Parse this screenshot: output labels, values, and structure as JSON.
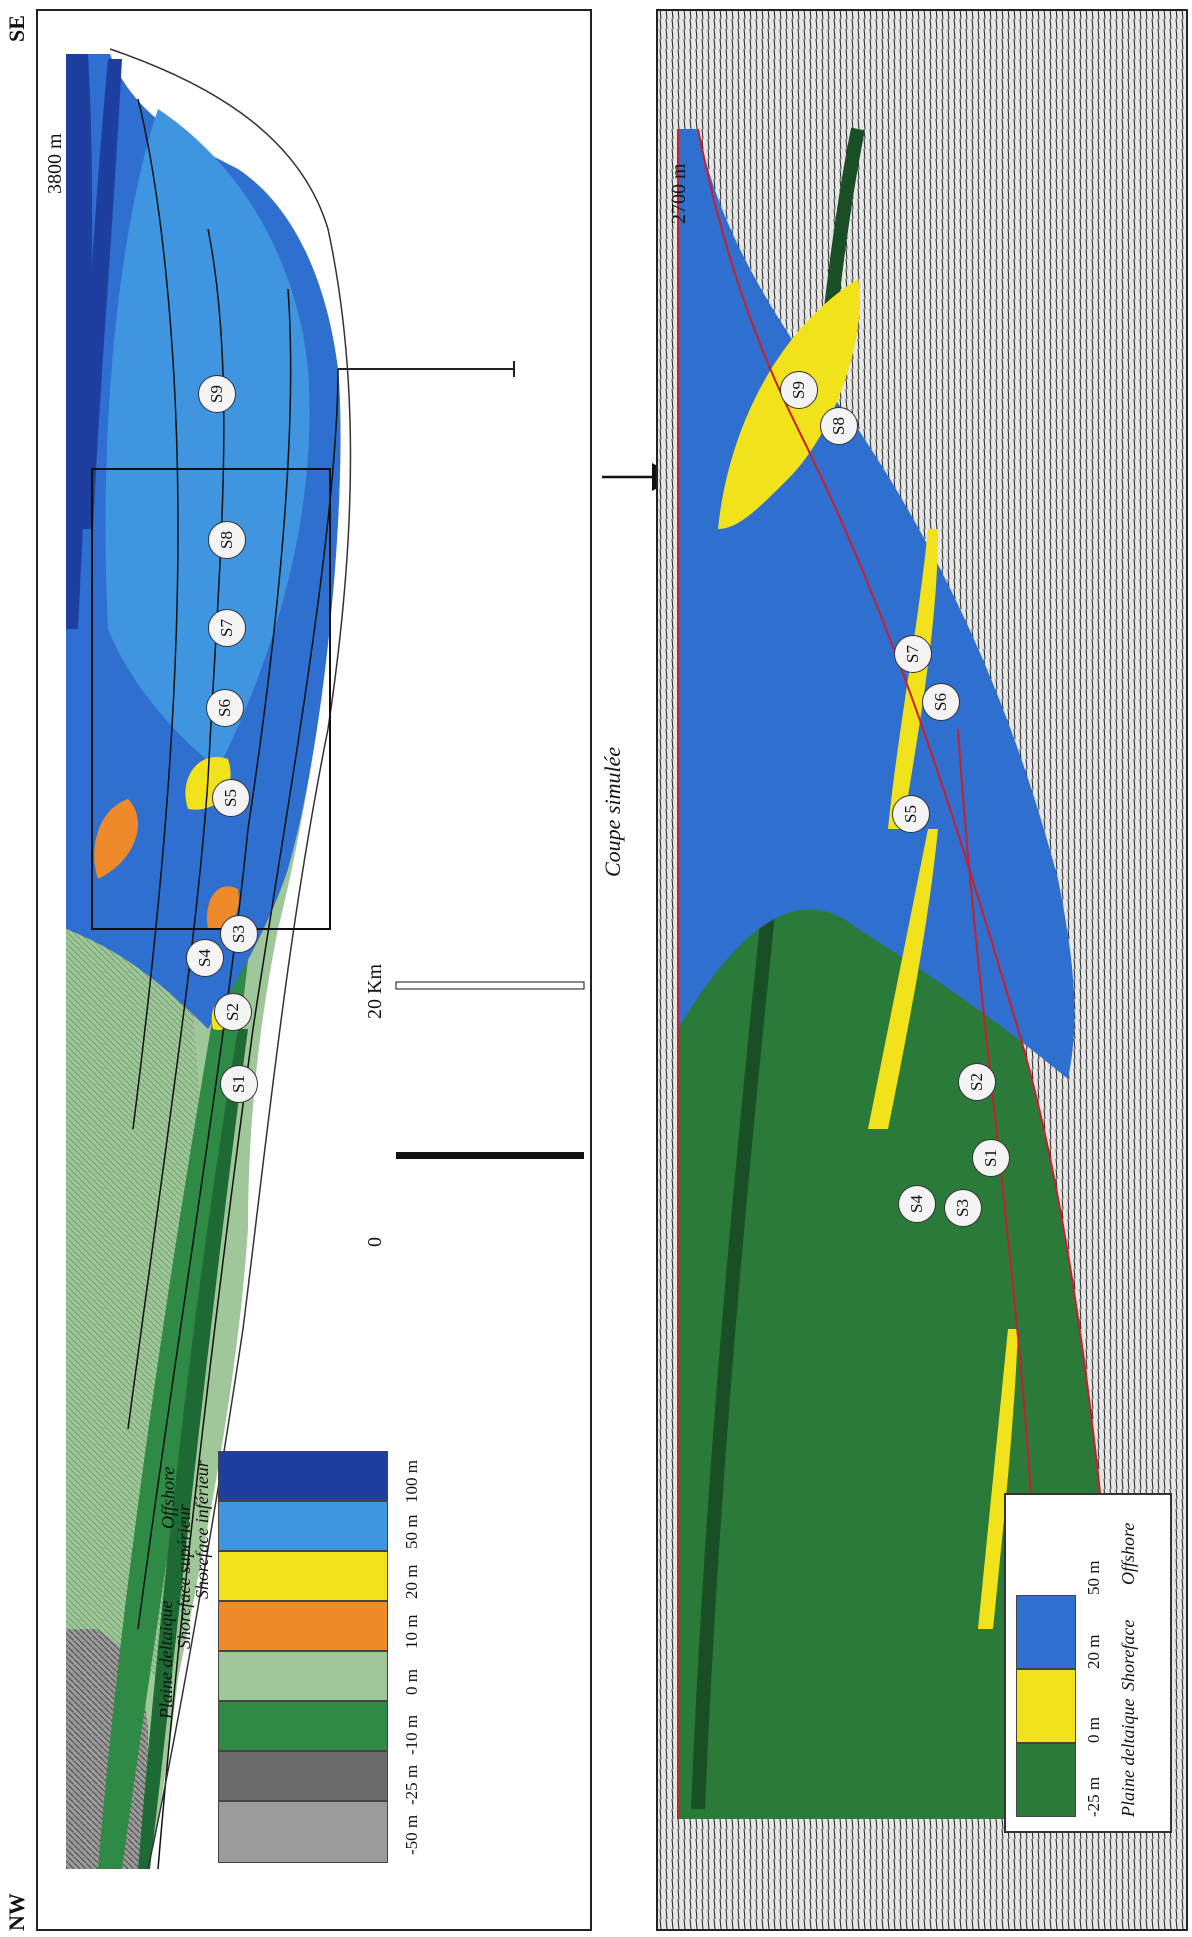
{
  "orientation": {
    "left_end": "NW",
    "right_end": "SE"
  },
  "top_panel": {
    "width_label": "3800 m",
    "sites": [
      "S1",
      "S2",
      "S3",
      "S4",
      "S5",
      "S6",
      "S7",
      "S8",
      "S9"
    ],
    "scale_bar": {
      "start_label": "0",
      "end_label": "20  Km"
    },
    "legend": {
      "depths": [
        "-50 m",
        "-25 m",
        "-10 m",
        "0 m",
        "10 m",
        "20 m",
        "50 m",
        "100 m"
      ],
      "facies": [
        "Plaine deltaique",
        "Shoreface supérieur",
        "Shoreface inférieur",
        "Offshore"
      ]
    }
  },
  "arrow_label": "Coupe simulée",
  "bottom_panel": {
    "width_label": "2700 m",
    "sites": [
      "S1",
      "S2",
      "S3",
      "S4",
      "S5",
      "S6",
      "S7",
      "S8",
      "S9"
    ],
    "legend": {
      "depths": [
        "-25 m",
        "0 m",
        "20 m",
        "50 m"
      ],
      "facies": [
        "Plaine deltaique",
        "Shoreface",
        "Offshore"
      ]
    }
  },
  "colors": {
    "offshore_deep": "#1f3f9e",
    "offshore": "#2f6fcf",
    "offshore_light": "#3f95e0",
    "shoreface_lower": "#f2e21c",
    "shoreface_upper": "#ef8a2a",
    "delta_plain_light": "#9fc79a",
    "delta_plain": "#2e8a45",
    "delta_plain_dark": "#1d6a35",
    "alluvial_gray": "#a9a9a9",
    "alluvial_dark": "#6b6b6b",
    "seismic_line": "#c8202a"
  },
  "icons": [
    "north-arrow-icon"
  ]
}
